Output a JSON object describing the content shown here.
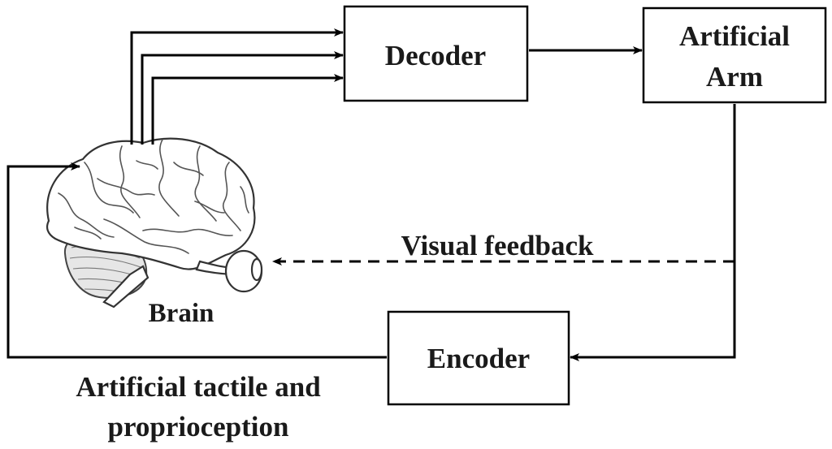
{
  "diagram": {
    "nodes": {
      "decoder": "Decoder",
      "artificial_arm_line1": "Artificial",
      "artificial_arm_line2": "Arm",
      "encoder": "Encoder",
      "brain": "Brain"
    },
    "edges": {
      "visual_feedback": "Visual feedback",
      "tactile_line1": "Artificial tactile and",
      "tactile_line2": "proprioception"
    }
  }
}
